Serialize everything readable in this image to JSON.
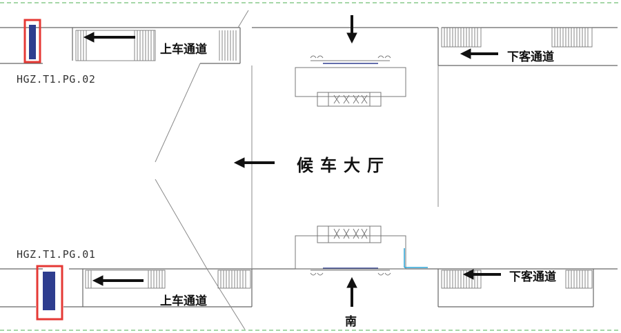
{
  "labels": {
    "hall": "候车大厅",
    "boarding_top": "上车通道",
    "boarding_bottom": "上车通道",
    "alighting_top": "下客通道",
    "alighting_bottom": "下客通道",
    "south": "南",
    "device_top": "HGZ.T1.PG.02",
    "device_bottom": "HGZ.T1.PG.01"
  },
  "colors": {
    "line": "#8a8a8a",
    "wall": "#555555",
    "highlight": "#e53935",
    "device": "#2e3d8f",
    "arrow": "#111111",
    "accent": "#29a3d6"
  }
}
